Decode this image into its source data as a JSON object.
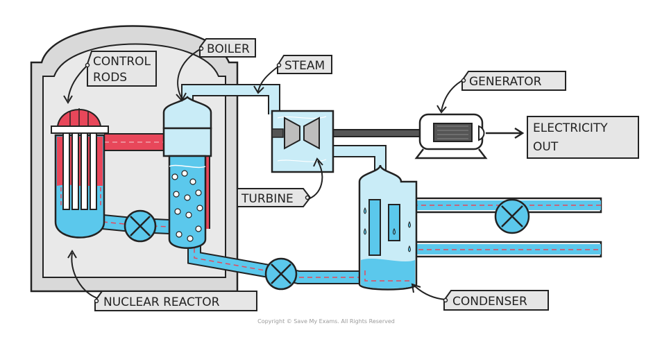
{
  "labels": {
    "control_rods": [
      "CONTROL",
      "RODS"
    ],
    "boiler": "BOILER",
    "steam": "STEAM",
    "generator": "GENERATOR",
    "electricity_out": [
      "ELECTRICITY",
      "OUT"
    ],
    "turbine": "TURBINE",
    "nuclear_reactor": "NUCLEAR REACTOR",
    "condenser": "CONDENSER"
  },
  "copyright": "Copyright © Save My Exams. All Rights Reserved",
  "colors": {
    "outline": "#222222",
    "building": "#d9d9d9",
    "building_inner": "#e7e7e7",
    "hot": "#e8475a",
    "hot_light": "#f0a3ad",
    "water": "#5bc8ec",
    "water_light": "#c9ecf7",
    "label_fill": "#e6e6e6",
    "flow_dash": "#e8475a",
    "generator_body": "#555555"
  }
}
